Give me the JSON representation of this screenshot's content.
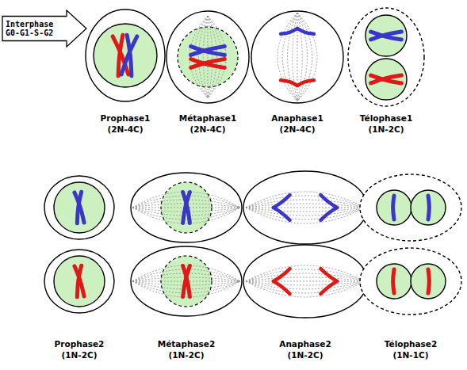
{
  "diagram": {
    "nodes": [
      {
        "text": [
          "Interphase G0-G1-S-G2"
        ]
      }
    ],
    "labels": [
      "Prophase1",
      "(2N-4C)",
      "Métaphase1",
      "(2N-4C)",
      "Anaphase1",
      "(2N-4C)",
      "Télophase1",
      "(1N-2C)",
      "Prophase2",
      "(1N-2C)",
      "Métaphase2",
      "(1N-2C)",
      "Anaphase2",
      "(1N-2C)",
      "Télophase2",
      "(1N-1C)"
    ]
  }
}
